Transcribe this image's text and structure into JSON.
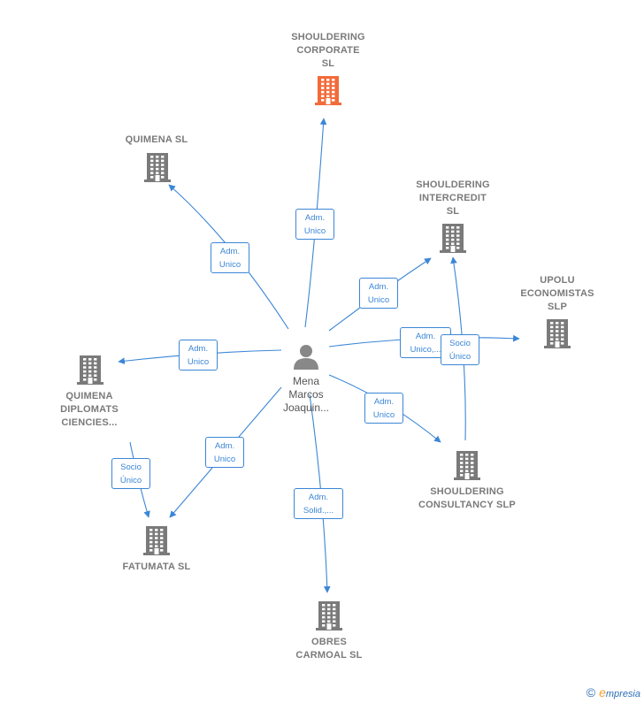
{
  "colors": {
    "edge": "#3b86d6",
    "building": "#7a7a7a",
    "building_focus": "#f26b3a",
    "person": "#888888"
  },
  "center": {
    "name": "Mena\nMarcos\nJoaquin...",
    "icon": "person-icon"
  },
  "companies": [
    {
      "id": "shouldering-corporate",
      "name": "SHOULDERING\nCORPORATE\nSL",
      "focus": true,
      "icon": "building-icon"
    },
    {
      "id": "quimena",
      "name": "QUIMENA SL",
      "focus": false,
      "icon": "building-icon"
    },
    {
      "id": "shouldering-intercredit",
      "name": "SHOULDERING\nINTERCREDIT\nSL",
      "focus": false,
      "icon": "building-icon"
    },
    {
      "id": "upolu",
      "name": "UPOLU\nECONOMISTAS\nSLP",
      "focus": false,
      "icon": "building-icon"
    },
    {
      "id": "quimena-diplomats",
      "name": "QUIMENA\nDIPLOMATS\nCIENCIES...",
      "focus": false,
      "icon": "building-icon"
    },
    {
      "id": "shouldering-consultancy",
      "name": "SHOULDERING\nCONSULTANCY SLP",
      "focus": false,
      "icon": "building-icon"
    },
    {
      "id": "fatumata",
      "name": "FATUMATA SL",
      "focus": false,
      "icon": "building-icon"
    },
    {
      "id": "obres-carmoal",
      "name": "OBRES\nCARMOAL SL",
      "focus": false,
      "icon": "building-icon"
    }
  ],
  "relations": [
    {
      "from": "center",
      "to": "shouldering-corporate",
      "label": "Adm.\nUnico"
    },
    {
      "from": "center",
      "to": "quimena",
      "label": "Adm.\nUnico"
    },
    {
      "from": "center",
      "to": "shouldering-intercredit",
      "label": "Adm.\nUnico"
    },
    {
      "from": "center",
      "to": "upolu",
      "label": "Adm.\nUnico,..."
    },
    {
      "from": "shouldering-consultancy",
      "to": "shouldering-intercredit",
      "label": "Socio\nÚnico"
    },
    {
      "from": "center",
      "to": "quimena-diplomats",
      "label": "Adm.\nUnico"
    },
    {
      "from": "center",
      "to": "shouldering-consultancy",
      "label": "Adm.\nUnico"
    },
    {
      "from": "center",
      "to": "fatumata",
      "label": "Adm.\nUnico"
    },
    {
      "from": "quimena-diplomats",
      "to": "fatumata",
      "label": "Socio\nÚnico"
    },
    {
      "from": "center",
      "to": "obres-carmoal",
      "label": "Adm.\nSolid.,..."
    }
  ],
  "brand": {
    "copyright": "©",
    "initial": "e",
    "rest": "mpresia"
  }
}
